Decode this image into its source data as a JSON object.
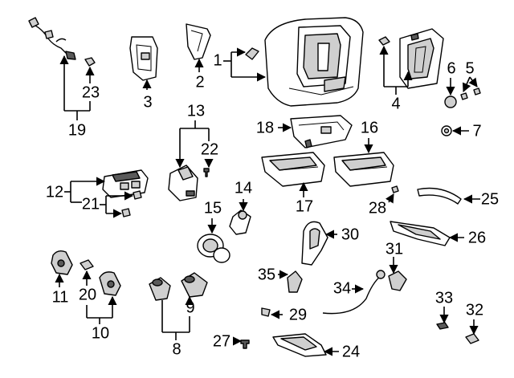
{
  "labels": {
    "p1": "1",
    "p2": "2",
    "p3": "3",
    "p4": "4",
    "p5": "5",
    "p6": "6",
    "p7": "7",
    "p8": "8",
    "p9": "9",
    "p10": "10",
    "p11": "11",
    "p12": "12",
    "p13": "13",
    "p14": "14",
    "p15": "15",
    "p16": "16",
    "p17": "17",
    "p18": "18",
    "p19": "19",
    "p20": "20",
    "p21": "21",
    "p22": "22",
    "p23": "23",
    "p24": "24",
    "p25": "25",
    "p26": "26",
    "p27": "27",
    "p28": "28",
    "p29": "29",
    "p30": "30",
    "p31": "31",
    "p32": "32",
    "p33": "33",
    "p34": "34",
    "p35": "35"
  }
}
